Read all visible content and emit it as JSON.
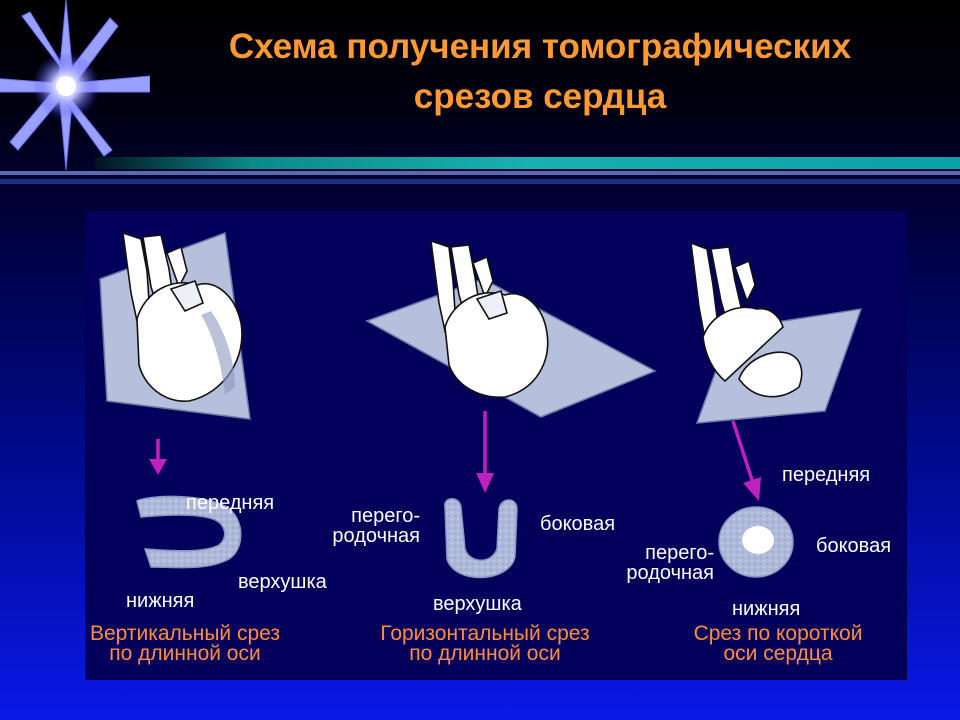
{
  "title": {
    "line1": "Схема получения томографических",
    "line2": "срезов сердца"
  },
  "colors": {
    "title": "#ff9a33",
    "caption": "#ff8c40",
    "label": "#ffffff",
    "arrow": "#c020c0",
    "panel": "#03005c",
    "slice_fill": "#aab4d6"
  },
  "panels": [
    {
      "labels": {
        "top": "передняя",
        "bottom_right": "верхушка",
        "bottom_left": "нижняя"
      },
      "caption": {
        "line1": "Вертикальный срез",
        "line2": "по длинной оси"
      }
    },
    {
      "labels": {
        "left_line1": "перего-",
        "left_line2": "родочная",
        "right": "боковая",
        "bottom": "верхушка"
      },
      "caption": {
        "line1": "Горизонтальный срез",
        "line2": "по длинной оси"
      }
    },
    {
      "labels": {
        "top": "передняя",
        "left_line1": "перего-",
        "left_line2": "родочная",
        "right": "боковая",
        "bottom": "нижняя"
      },
      "caption": {
        "line1": "Срез по короткой",
        "line2": "оси сердца"
      }
    }
  ]
}
